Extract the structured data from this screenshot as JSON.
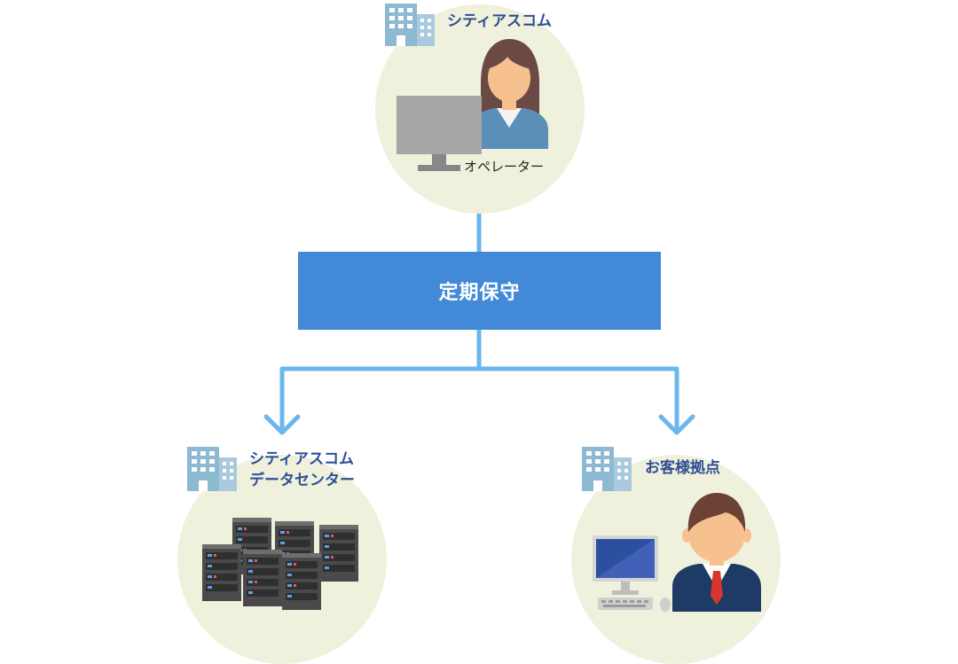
{
  "colors": {
    "circle_fill": "#eff1dd",
    "accent": "#4289d8",
    "connector": "#6cb6ee",
    "label_text": "#2f4f95",
    "building": "#8db9d3"
  },
  "top_node": {
    "org_label": "シティアスコム",
    "role_label": "オペレーター",
    "icons": [
      "building-icon",
      "monitor-icon",
      "operator-woman-icon"
    ]
  },
  "center": {
    "label": "定期保守"
  },
  "left_node": {
    "label_line1": "シティアスコム",
    "label_line2": "データセンター",
    "icons": [
      "building-icon",
      "server-rack-icon"
    ]
  },
  "right_node": {
    "label": "お客様拠点",
    "icons": [
      "building-icon",
      "computer-icon",
      "businessman-icon"
    ]
  }
}
